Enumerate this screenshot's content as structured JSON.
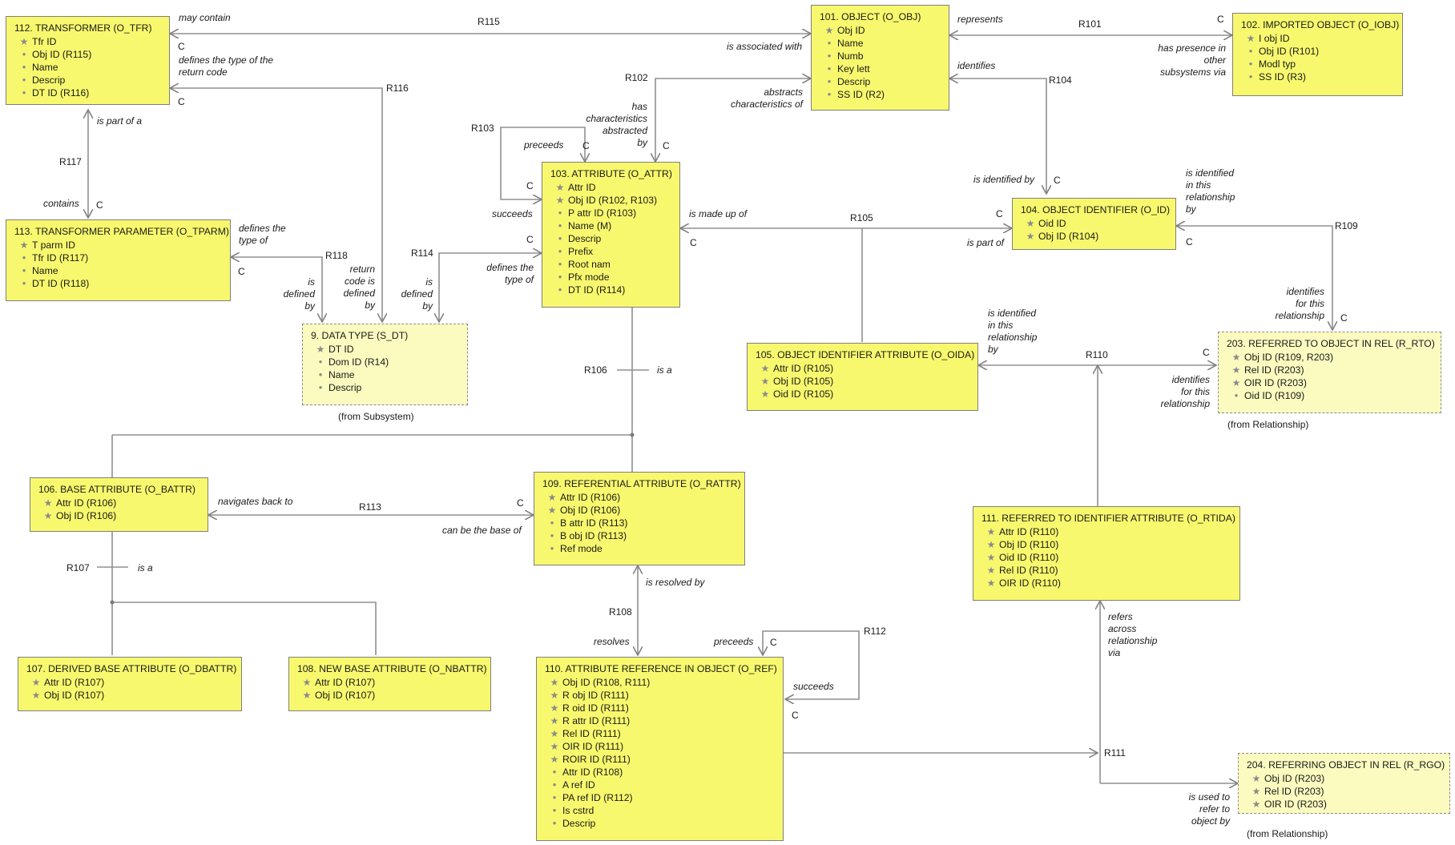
{
  "classes": {
    "o_tfr": {
      "title": "112. TRANSFORMER (O_TFR)",
      "attrs": [
        {
          "mark": "star",
          "text": "Tfr ID"
        },
        {
          "mark": "dot",
          "text": "Obj ID (R115)"
        },
        {
          "mark": "dot",
          "text": "Name"
        },
        {
          "mark": "dot",
          "text": "Descrip"
        },
        {
          "mark": "dot",
          "text": "DT ID (R116)"
        }
      ]
    },
    "o_tparm": {
      "title": "113. TRANSFORMER PARAMETER (O_TPARM)",
      "attrs": [
        {
          "mark": "star",
          "text": "T parm ID"
        },
        {
          "mark": "dot",
          "text": "Tfr ID (R117)"
        },
        {
          "mark": "dot",
          "text": "Name"
        },
        {
          "mark": "dot",
          "text": "DT ID (R118)"
        }
      ]
    },
    "s_dt": {
      "title": "9. DATA TYPE (S_DT)",
      "attrs": [
        {
          "mark": "star",
          "text": "DT ID"
        },
        {
          "mark": "dot",
          "text": "Dom ID (R14)"
        },
        {
          "mark": "dot",
          "text": "Name"
        },
        {
          "mark": "dot",
          "text": "Descrip"
        }
      ]
    },
    "o_obj": {
      "title": "101. OBJECT (O_OBJ)",
      "attrs": [
        {
          "mark": "star",
          "text": "Obj ID"
        },
        {
          "mark": "dot",
          "text": "Name"
        },
        {
          "mark": "dot",
          "text": "Numb"
        },
        {
          "mark": "dot",
          "text": "Key lett"
        },
        {
          "mark": "dot",
          "text": "Descrip"
        },
        {
          "mark": "dot",
          "text": "SS ID (R2)"
        }
      ]
    },
    "o_iobj": {
      "title": "102. IMPORTED OBJECT (O_IOBJ)",
      "attrs": [
        {
          "mark": "star",
          "text": "I obj ID"
        },
        {
          "mark": "dot",
          "text": "Obj ID (R101)"
        },
        {
          "mark": "dot",
          "text": "Modl typ"
        },
        {
          "mark": "dot",
          "text": "SS ID (R3)"
        }
      ]
    },
    "o_attr": {
      "title": "103. ATTRIBUTE (O_ATTR)",
      "attrs": [
        {
          "mark": "star",
          "text": "Attr ID"
        },
        {
          "mark": "star",
          "text": "Obj ID (R102, R103)"
        },
        {
          "mark": "dot",
          "text": "P attr ID (R103)"
        },
        {
          "mark": "dot",
          "text": "Name (M)"
        },
        {
          "mark": "dot",
          "text": "Descrip"
        },
        {
          "mark": "dot",
          "text": "Prefix"
        },
        {
          "mark": "dot",
          "text": "Root nam"
        },
        {
          "mark": "dot",
          "text": "Pfx mode"
        },
        {
          "mark": "dot",
          "text": "DT ID (R114)"
        }
      ]
    },
    "o_id": {
      "title": "104. OBJECT IDENTIFIER (O_ID)",
      "attrs": [
        {
          "mark": "star",
          "text": "Oid ID"
        },
        {
          "mark": "star",
          "text": "Obj ID (R104)"
        }
      ]
    },
    "o_oida": {
      "title": "105. OBJECT IDENTIFIER ATTRIBUTE (O_OIDA)",
      "attrs": [
        {
          "mark": "star",
          "text": "Attr ID (R105)"
        },
        {
          "mark": "star",
          "text": "Obj ID (R105)"
        },
        {
          "mark": "star",
          "text": "Oid ID (R105)"
        }
      ]
    },
    "r_rto": {
      "title": "203. REFERRED TO OBJECT IN REL (R_RTO)",
      "attrs": [
        {
          "mark": "star",
          "text": "Obj ID (R109, R203)"
        },
        {
          "mark": "star",
          "text": "Rel ID (R203)"
        },
        {
          "mark": "star",
          "text": "OIR ID (R203)"
        },
        {
          "mark": "dot",
          "text": "Oid ID (R109)"
        }
      ]
    },
    "o_battr": {
      "title": "106. BASE ATTRIBUTE (O_BATTR)",
      "attrs": [
        {
          "mark": "star",
          "text": "Attr ID (R106)"
        },
        {
          "mark": "star",
          "text": "Obj ID (R106)"
        }
      ]
    },
    "o_rattr": {
      "title": "109. REFERENTIAL ATTRIBUTE (O_RATTR)",
      "attrs": [
        {
          "mark": "star",
          "text": "Attr ID (R106)"
        },
        {
          "mark": "star",
          "text": "Obj ID (R106)"
        },
        {
          "mark": "dot",
          "text": "B attr ID (R113)"
        },
        {
          "mark": "dot",
          "text": "B obj ID (R113)"
        },
        {
          "mark": "dot",
          "text": "Ref mode"
        }
      ]
    },
    "o_rtida": {
      "title": "111. REFERRED TO IDENTIFIER ATTRIBUTE (O_RTIDA)",
      "attrs": [
        {
          "mark": "star",
          "text": "Attr ID (R110)"
        },
        {
          "mark": "star",
          "text": "Obj ID (R110)"
        },
        {
          "mark": "star",
          "text": "Oid ID (R110)"
        },
        {
          "mark": "star",
          "text": "Rel ID (R110)"
        },
        {
          "mark": "star",
          "text": "OIR ID (R110)"
        }
      ]
    },
    "o_dbattr": {
      "title": "107. DERIVED BASE ATTRIBUTE (O_DBATTR)",
      "attrs": [
        {
          "mark": "star",
          "text": "Attr ID (R107)"
        },
        {
          "mark": "star",
          "text": "Obj ID (R107)"
        }
      ]
    },
    "o_nbattr": {
      "title": "108. NEW BASE ATTRIBUTE (O_NBATTR)",
      "attrs": [
        {
          "mark": "star",
          "text": "Attr ID (R107)"
        },
        {
          "mark": "star",
          "text": "Obj ID (R107)"
        }
      ]
    },
    "o_ref": {
      "title": "110. ATTRIBUTE REFERENCE IN OBJECT (O_REF)",
      "attrs": [
        {
          "mark": "star",
          "text": "Obj ID (R108, R111)"
        },
        {
          "mark": "star",
          "text": "R obj ID (R111)"
        },
        {
          "mark": "star",
          "text": "R oid ID (R111)"
        },
        {
          "mark": "star",
          "text": "R attr ID (R111)"
        },
        {
          "mark": "star",
          "text": "Rel ID (R111)"
        },
        {
          "mark": "star",
          "text": "OIR ID (R111)"
        },
        {
          "mark": "star",
          "text": "ROIR ID (R111)"
        },
        {
          "mark": "dot",
          "text": "Attr ID (R108)"
        },
        {
          "mark": "dot",
          "text": "A ref ID"
        },
        {
          "mark": "dot",
          "text": "PA ref ID (R112)"
        },
        {
          "mark": "dot",
          "text": "Is cstrd"
        },
        {
          "mark": "dot",
          "text": "Descrip"
        }
      ]
    },
    "r_rgo": {
      "title": "204. REFERRING OBJECT IN REL (R_RGO)",
      "attrs": [
        {
          "mark": "star",
          "text": "Obj ID (R203)"
        },
        {
          "mark": "star",
          "text": "Rel ID (R203)"
        },
        {
          "mark": "star",
          "text": "OIR ID (R203)"
        }
      ]
    }
  },
  "notes": {
    "s_dt": "(from Subsystem)",
    "r_rto": "(from Relationship)",
    "r_rgo": "(from Relationship)"
  },
  "labels": {
    "r115": "R115",
    "r101": "R101",
    "r102": "R102",
    "r104": "R104",
    "r103": "R103",
    "r116": "R116",
    "r117": "R117",
    "r118": "R118",
    "r114": "R114",
    "r105": "R105",
    "r109": "R109",
    "r110": "R110",
    "r106": "R106",
    "r113": "R113",
    "r107": "R107",
    "r108": "R108",
    "r112": "R112",
    "r111": "R111",
    "may_contain": "may contain",
    "is_associated_with": "is associated with",
    "represents": "represents",
    "has_presence_in": "has presence in",
    "other": "other",
    "subsystems_via": "subsystems via",
    "defines_type_of_1": "defines the type of the",
    "return_code": "return code",
    "identifies_104": "identifies",
    "abstracts": "abstracts",
    "characteristics_of": "characteristics of",
    "has": "has",
    "characteristics": "characteristics",
    "abstracted": "abstracted",
    "by_102": "by",
    "preceeds_103": "preceeds",
    "succeeds_103": "succeeds",
    "is_part_of_a": "is part of a",
    "contains": "contains",
    "defines_the_118": "defines the",
    "type_of_118": "type of",
    "is_118": "is",
    "defined_118": "defined",
    "by_118": "by",
    "return_116": "return",
    "code_is_116": "code is",
    "defined_116": "defined",
    "by_116": "by",
    "is_114": "is",
    "defined_114": "defined",
    "by_114": "by",
    "defines_the_114": "defines the",
    "type_of_114": "type of",
    "is_identified_by": "is identified by",
    "is_identified_109": "is identified",
    "in_this_109": "in this",
    "relationship_109": "relationship",
    "by_109": "by",
    "is_made_up_of": "is made up of",
    "is_part_of_105": "is part of",
    "identifies_109": "identifies",
    "for_this_109": "for this",
    "relationship_109b": "relationship",
    "is_identified_110": "is identified",
    "in_this_110": "in this",
    "relationship_110": "relationship",
    "by_110": "by",
    "identifies_110": "identifies",
    "for_this_110": "for this",
    "relationship_110b": "relationship",
    "is_a_106": "is a",
    "navigates_back_to": "navigates back to",
    "can_be_the_base_of": "can be the base of",
    "is_a_107": "is a",
    "is_resolved_by": "is resolved by",
    "resolves": "resolves",
    "preceeds_112": "preceeds",
    "succeeds_112": "succeeds",
    "refers": "refers",
    "across": "across",
    "relationship_111": "relationship",
    "via": "via",
    "is_used_to": "is used to",
    "refer_to": "refer to",
    "object_by": "object by"
  },
  "mult": "C",
  "colors": {
    "box_fill": "#f8f86e",
    "ext_fill": "#fbfbc0",
    "line": "#8a8a8a"
  }
}
